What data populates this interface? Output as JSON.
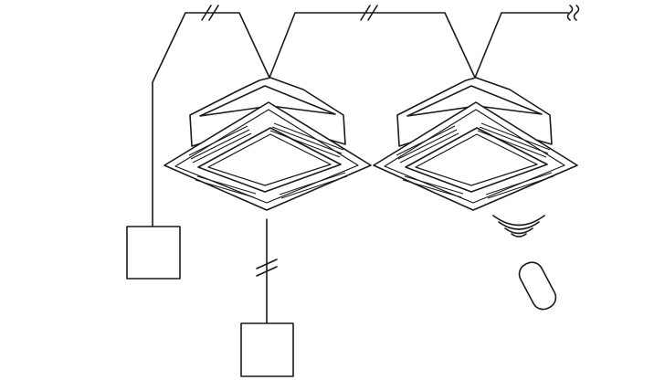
{
  "diagram": {
    "kind": "wiring-layout",
    "units": [
      {
        "id": "indoor-unit-left",
        "type": "ceiling-cassette"
      },
      {
        "id": "indoor-unit-right",
        "type": "ceiling-cassette"
      }
    ],
    "controllers": [
      {
        "id": "wired-controller-left",
        "connected_to": "indoor-unit-left"
      },
      {
        "id": "wired-controller-bottom",
        "connected_to": "indoor-unit-left"
      },
      {
        "id": "wireless-remote",
        "controls": "indoor-unit-right",
        "signal": "infrared"
      }
    ],
    "connections": [
      {
        "from": "wired-controller-left",
        "to": "indoor-unit-left",
        "break_mark": "double-slash"
      },
      {
        "from": "indoor-unit-left",
        "to": "indoor-unit-right",
        "break_mark": "double-slash"
      },
      {
        "from": "indoor-unit-right",
        "to": "continues",
        "break_mark": "wavy"
      },
      {
        "from": "wired-controller-bottom",
        "to": "indoor-unit-left",
        "break_mark": "double-slash"
      }
    ],
    "colors": {
      "line": "#1a1a1a",
      "background": "#ffffff"
    }
  }
}
